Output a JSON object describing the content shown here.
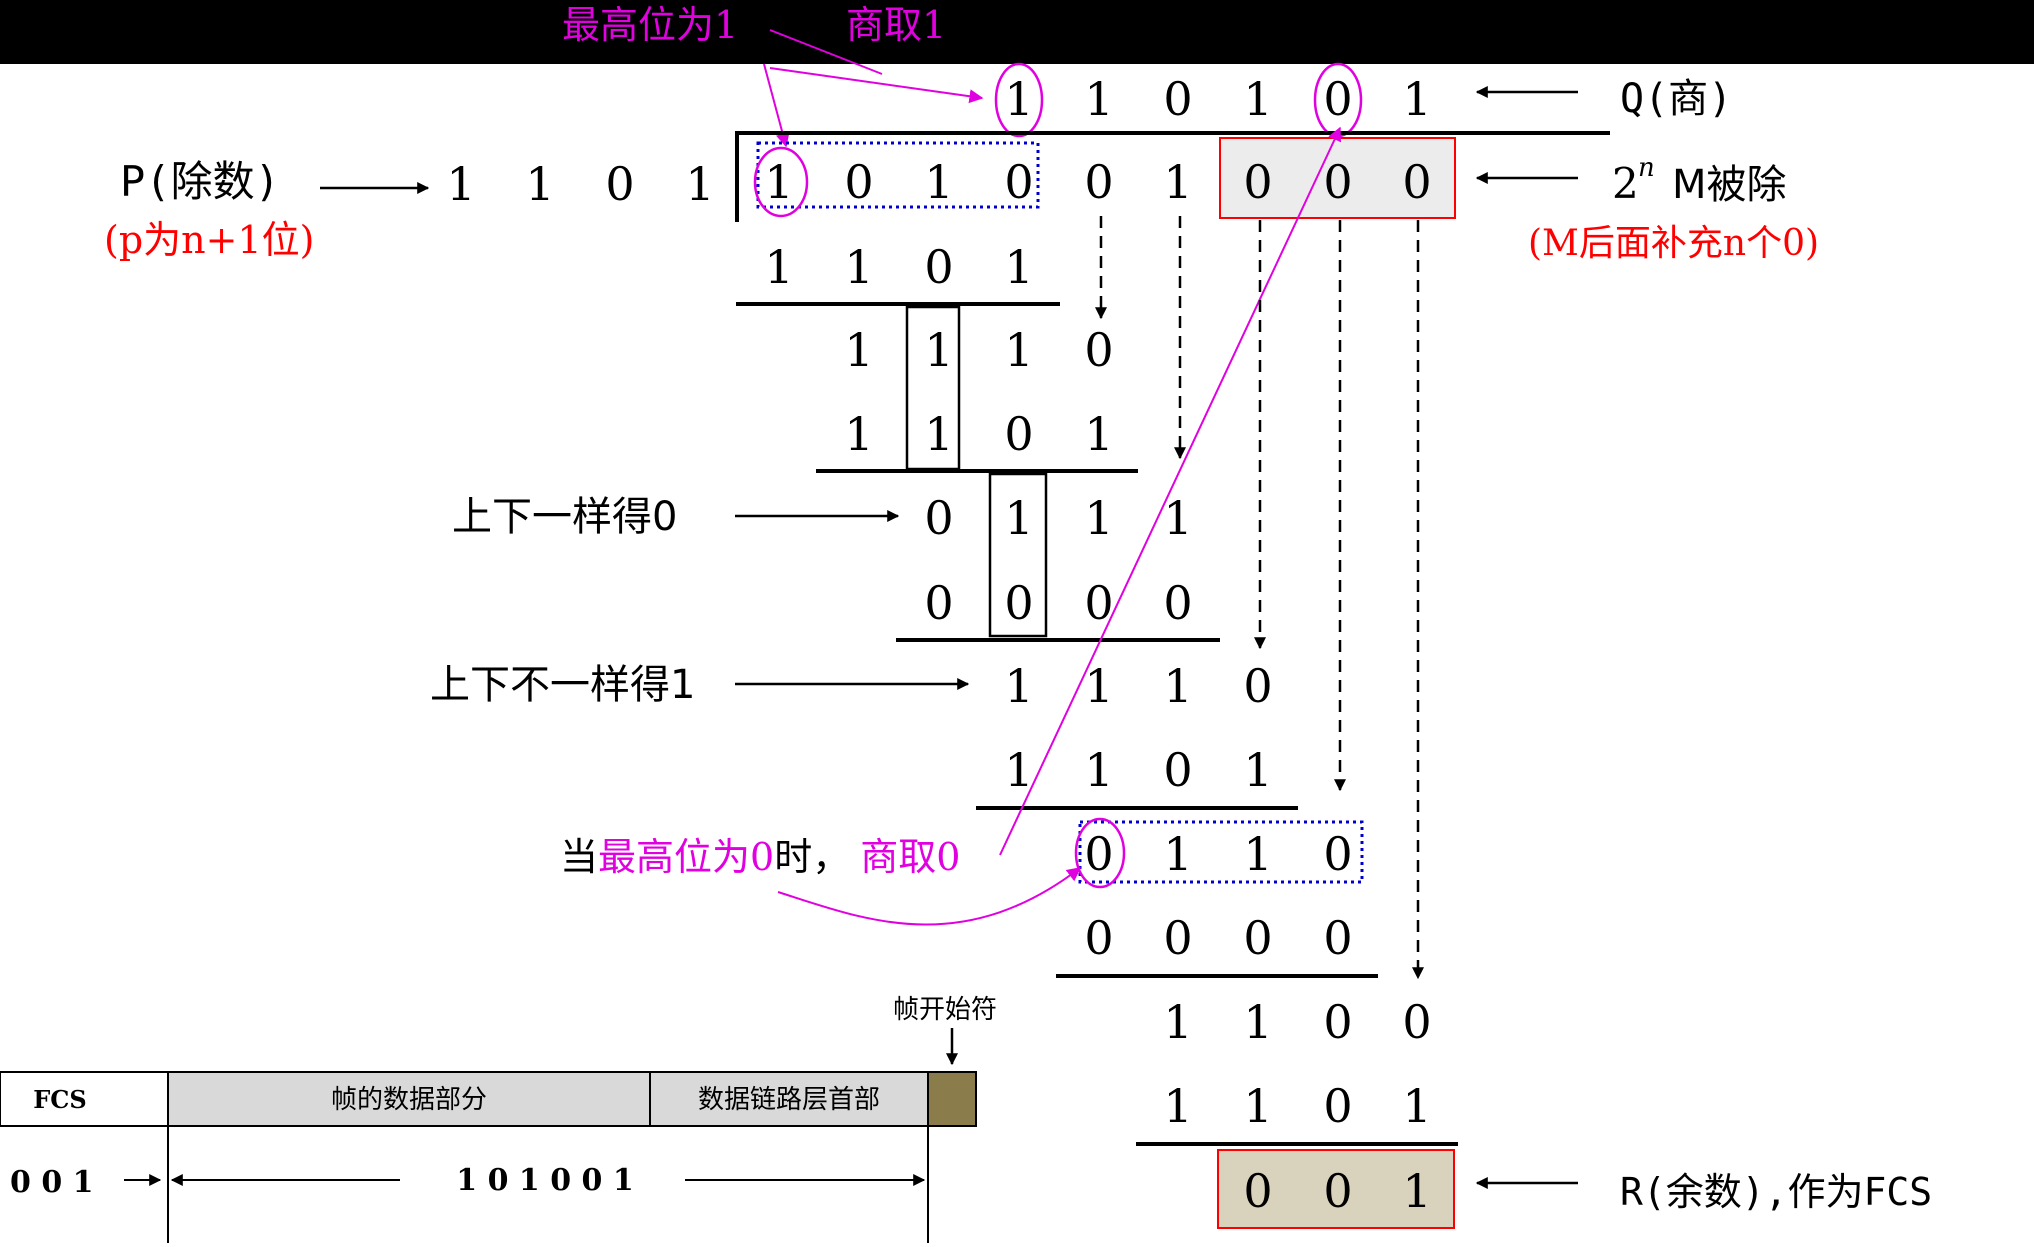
{
  "labels": {
    "top_highest_bit": "最高位为1",
    "top_quotient_one": "商取1",
    "divisor_label": "P(除数)",
    "divisor_note": "(p为n+1位)",
    "quotient_label": "Q(商)",
    "dividend_label": "M被除",
    "dividend_base": "2",
    "dividend_exp": "n",
    "padding_note": "(M后面补充n个0)",
    "same_rule": "上下一样得0",
    "diff_rule": "上下不一样得1",
    "zero_rule_pre": "当",
    "zero_rule_highlight": "最高位为0",
    "zero_rule_mid": "时，",
    "zero_rule_tail": "商取0",
    "remainder_label": "R(余数),作为FCS"
  },
  "quotient": [
    "1",
    "1",
    "0",
    "1",
    "0",
    "1"
  ],
  "divisor": [
    "1",
    "1",
    "0",
    "1"
  ],
  "dividend": [
    "1",
    "0",
    "1",
    "0",
    "0",
    "1",
    "0",
    "0",
    "0"
  ],
  "steps": [
    [
      "1",
      "1",
      "0",
      "1"
    ],
    [
      "1",
      "1",
      "1",
      "0"
    ],
    [
      "1",
      "1",
      "0",
      "1"
    ],
    [
      "0",
      "1",
      "1",
      "1"
    ],
    [
      "0",
      "0",
      "0",
      "0"
    ],
    [
      "1",
      "1",
      "1",
      "0"
    ],
    [
      "1",
      "1",
      "0",
      "1"
    ],
    [
      "0",
      "1",
      "1",
      "0"
    ],
    [
      "0",
      "0",
      "0",
      "0"
    ],
    [
      "1",
      "1",
      "0",
      "0"
    ],
    [
      "1",
      "1",
      "0",
      "1"
    ],
    [
      "0",
      "0",
      "1"
    ]
  ],
  "frame": {
    "start_label": "帧开始符",
    "headers": [
      "FCS",
      "帧的数据部分",
      "数据链路层首部"
    ],
    "fcs_value": "0 0 1",
    "data_value": "1 0 1 0 0 1"
  },
  "colors": {
    "magenta": "#e000e0",
    "red": "#ff0000",
    "blue": "#0000cc",
    "frame_start_fill": "#8b7d4b",
    "remainder_fill": "#d9d2bd",
    "padding_fill": "#ececec",
    "header_fill": "#d9d9d9"
  }
}
